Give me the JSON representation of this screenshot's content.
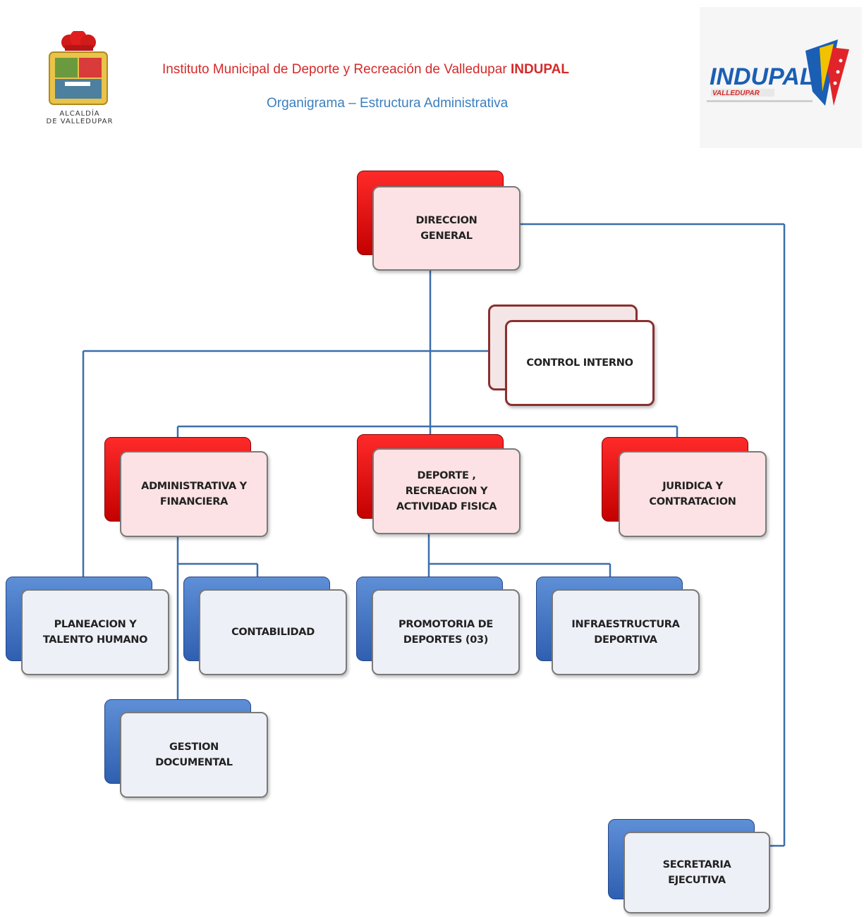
{
  "header": {
    "title_main": "Instituto Municipal de Deporte y Recreación de Valledupar ",
    "title_bold": "INDUPAL",
    "subtitle": "Organigrama – Estructura Administrativa",
    "logo_left_text_line1": "ALCALDÍA",
    "logo_left_text_line2": "DE VALLEDUPAR",
    "logo_right_text": "INDUPAL",
    "logo_right_subtext": "VALLEDUPAR"
  },
  "colors": {
    "title_red": "#d42a2a",
    "subtitle_blue": "#3b7fc0",
    "connector": "#3c6eab",
    "red_box": "#e00000",
    "blue_box": "#3f6fbf"
  },
  "nodes": {
    "direccion": "DIRECCION\nGENERAL",
    "control": "CONTROL INTERNO",
    "administrativa": "ADMINISTRATIVA Y\nFINANCIERA",
    "deporte": "DEPORTE ,\nRECREACION Y\nACTIVIDAD FISICA",
    "juridica": "JURIDICA Y\nCONTRATACION",
    "planeacion": "PLANEACION Y\nTALENTO HUMANO",
    "contabilidad": "CONTABILIDAD",
    "promotoria": "PROMOTORIA DE\nDEPORTES (03)",
    "infraestructura": "INFRAESTRUCTURA\nDEPORTIVA",
    "gestion": "GESTION\nDOCUMENTAL",
    "secretaria": "SECRETARIA\nEJECUTIVA"
  }
}
